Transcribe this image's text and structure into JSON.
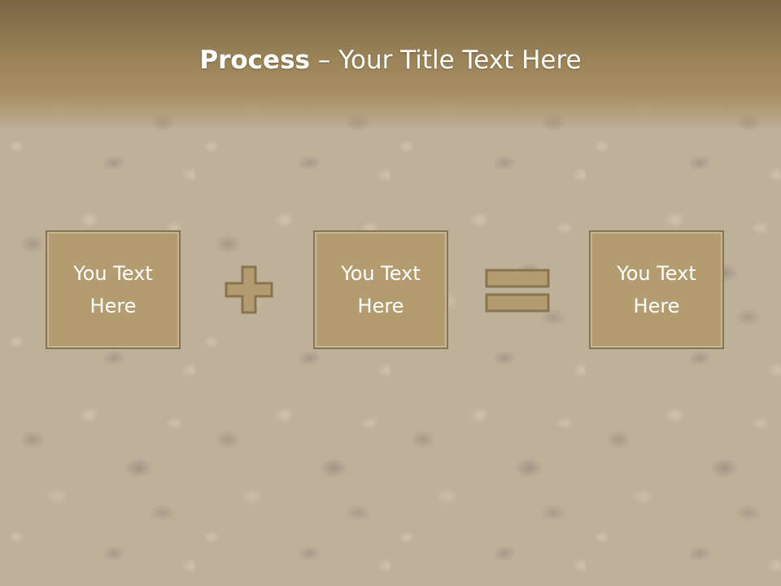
{
  "slide": {
    "title_bold": "Process",
    "title_rest": " – Your Title Text Here",
    "boxes": [
      {
        "text": "You Text\nHere"
      },
      {
        "text": "You Text\nHere"
      },
      {
        "text": "You Text\nHere"
      }
    ],
    "operators": [
      "plus-icon",
      "equals-icon"
    ]
  },
  "colors": {
    "header_band": "#9a8357",
    "box_fill": "#b39c70",
    "box_border": "#8a7350",
    "text": "#ffffff"
  }
}
